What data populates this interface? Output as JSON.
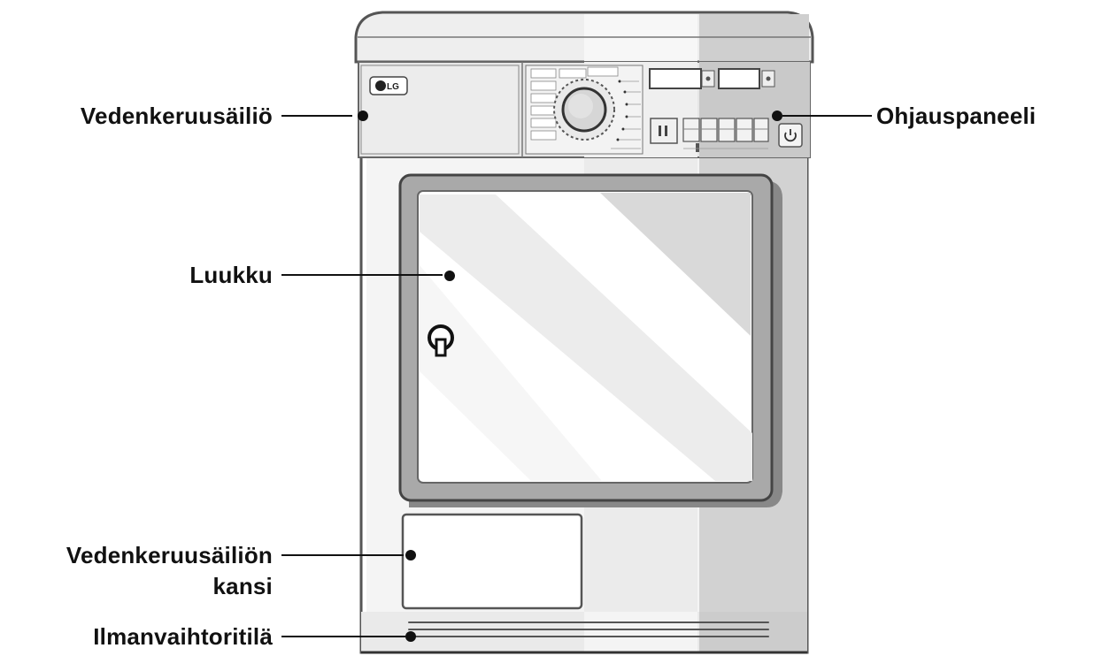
{
  "callouts": {
    "water_tank": "Vedenkeruusäiliö",
    "control_panel": "Ohjauspaneeli",
    "door": "Luukku",
    "tank_cover_line1": "Vedenkeruusäiliön",
    "tank_cover_line2": "kansi",
    "vent_grille": "Ilmanvaihtoritilä"
  },
  "appliance": {
    "brand": "LG"
  }
}
